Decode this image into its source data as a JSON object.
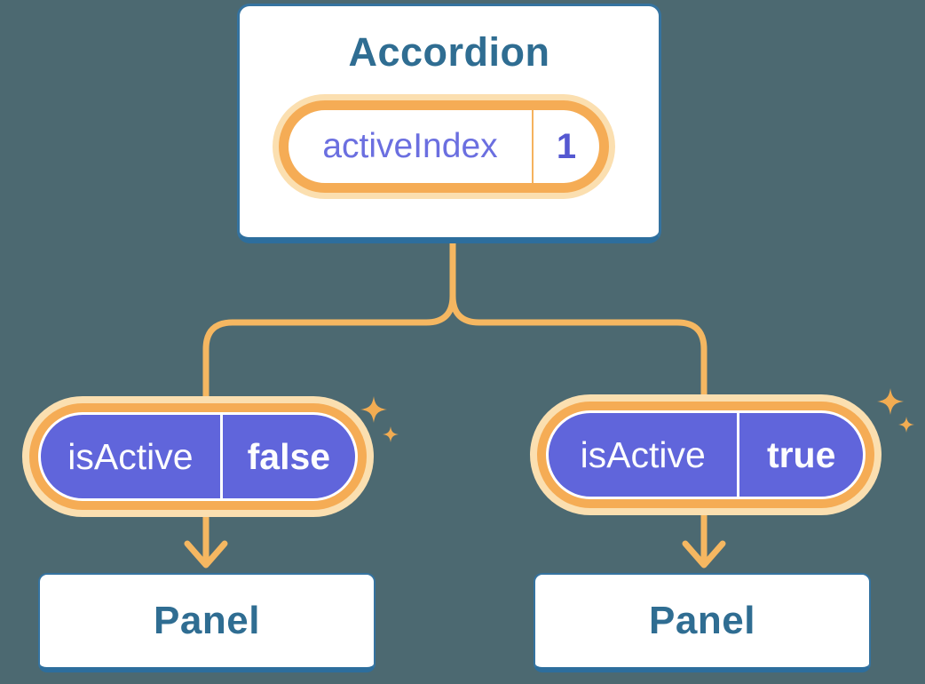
{
  "diagram": {
    "description": "React state diagram: Accordion component holding activeIndex state, passing isActive props to two Panel children",
    "accordion": {
      "title": "Accordion",
      "state": {
        "label": "activeIndex",
        "value": "1"
      }
    },
    "children": [
      {
        "prop": {
          "label": "isActive",
          "value": "false"
        },
        "panel": {
          "label": "Panel"
        }
      },
      {
        "prop": {
          "label": "isActive",
          "value": "true"
        },
        "panel": {
          "label": "Panel"
        }
      }
    ],
    "colors": {
      "bg": "#4C6971",
      "card-bg": "#FFFFFF",
      "card-border": "#3573A0",
      "card-border-bottom": "#2D6E9D",
      "heading": "#2F6D92",
      "ring": "#F5AC55",
      "ring-light": "#F5B25E",
      "halo": "#FBDFB0",
      "line": "#F5B761",
      "sparkle": "#F2AC52",
      "purple": "#6065DB",
      "purple-text": "#6B6FE0",
      "purple-bold": "#5558D1",
      "pill-text": "#FDFDFE"
    }
  }
}
